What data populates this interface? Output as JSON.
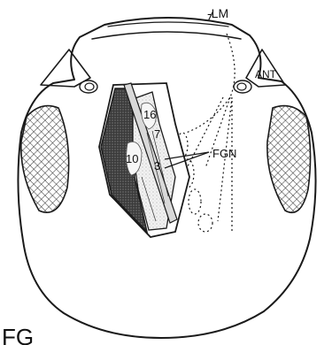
{
  "figure": {
    "labels": {
      "lm": "-LM",
      "ant": "ANT",
      "fgn": "FGN",
      "n16": "16",
      "n7": "7",
      "n10": "10",
      "n3": "3",
      "corner": "FG"
    }
  }
}
